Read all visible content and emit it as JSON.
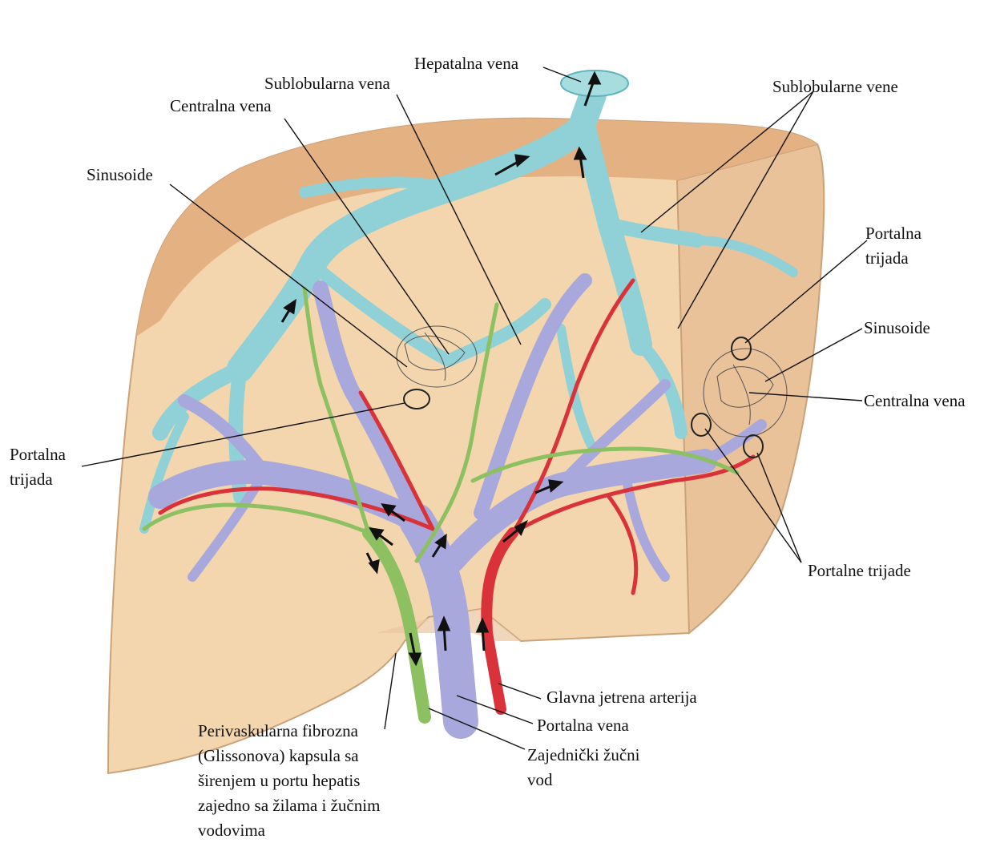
{
  "colors": {
    "liver_face": "#f3d6ae",
    "liver_rim": "#e8b98a",
    "liver_side": "#f0cfa6",
    "hepatic_vein": "#8fd1d6",
    "hepatic_vein_dark": "#5fb3bb",
    "portal_vein": "#a9a8dc",
    "portal_vein_dark": "#7c7cc0",
    "artery": "#d9323a",
    "bile_duct": "#8cc060",
    "outline": "#222222",
    "text": "#111111"
  },
  "labels": {
    "hepatalna_vena": "Hepatalna vena",
    "sublobularna_vena": "Sublobularna vena",
    "centralna_vena_top": "Centralna vena",
    "sublobularne_vene": "Sublobularne vene",
    "sinusoide_left": "Sinusoide",
    "portalna_trijada_right": [
      "Portalna",
      "trijada"
    ],
    "sinusoide_right": "Sinusoide",
    "centralna_vena_right": "Centralna vena",
    "portalna_trijada_left": [
      "Portalna",
      "trijada"
    ],
    "portalne_trijade": "Portalne trijade",
    "glavna_jetrena_arterija": "Glavna jetrena arterija",
    "portalna_vena": "Portalna vena",
    "zajednicki_zucni_vod": [
      "Zajednički žučni",
      "vod"
    ],
    "perivaskularna": [
      "Perivaskularna fibrozna",
      "(Glissonova) kapsula sa",
      "širenjem u portu hepatis",
      "zajedno sa žilama i žučnim",
      "vodovima"
    ]
  }
}
